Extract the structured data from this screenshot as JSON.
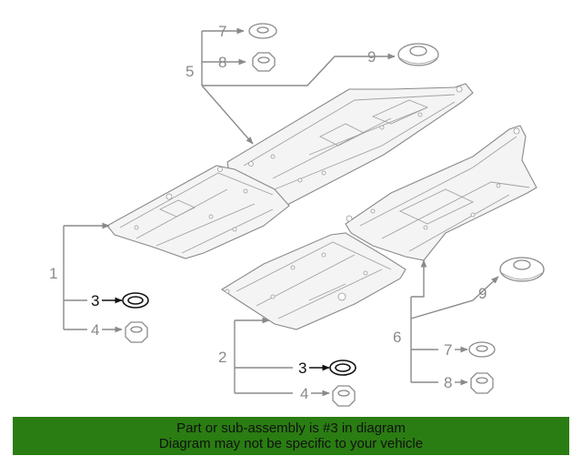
{
  "diagram": {
    "callouts": {
      "c1": "1",
      "c2": "2",
      "c3a": "3",
      "c3b": "3",
      "c4a": "4",
      "c4b": "4",
      "c5": "5",
      "c6": "6",
      "c7a": "7",
      "c7b": "7",
      "c8a": "8",
      "c8b": "8",
      "c9a": "9",
      "c9b": "9"
    },
    "highlighted_part": "3",
    "colors": {
      "line": "#8a8a8a",
      "highlight": "#111111",
      "banner": "#2a7d12"
    }
  },
  "banner": {
    "line1": "Part or sub-assembly is #3 in diagram",
    "line2": "Diagram may not be specific to your vehicle"
  }
}
